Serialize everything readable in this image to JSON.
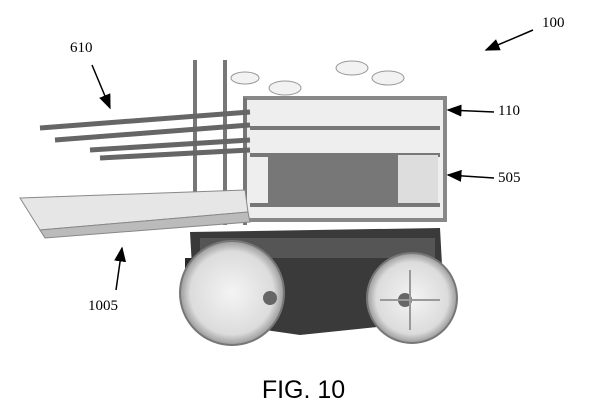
{
  "labels": {
    "robot": "100",
    "frame": "110",
    "shelf": "505",
    "forks": "610",
    "tray": "1005"
  },
  "caption": "FIG. 10"
}
